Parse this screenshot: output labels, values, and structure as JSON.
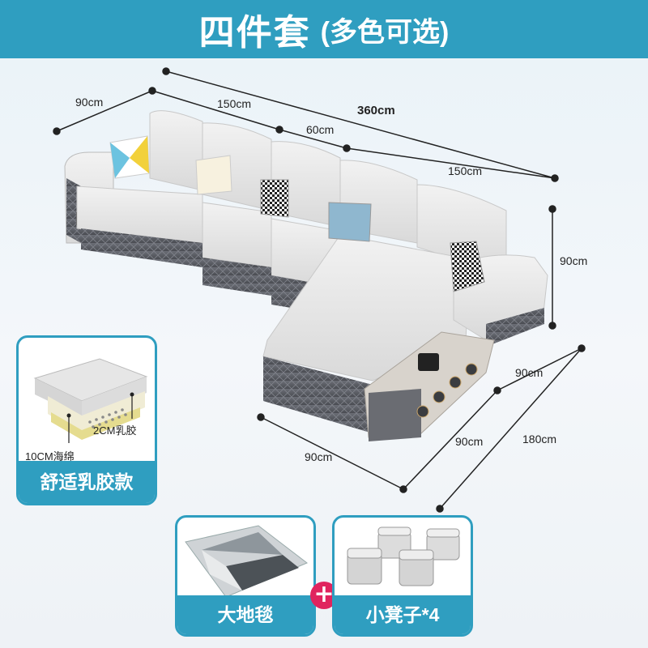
{
  "header": {
    "title": "四件套",
    "subtitle": "(多色可选)"
  },
  "dimensions": {
    "d360": "360cm",
    "d90_top_left": "90cm",
    "d150_top": "150cm",
    "d60": "60cm",
    "d150_right": "150cm",
    "d90_right": "90cm",
    "d90_chaise_depth": "90cm",
    "d90_chaise_front": "90cm",
    "d90_bottom": "90cm",
    "d180": "180cm"
  },
  "latex_card": {
    "label": "舒适乳胶款",
    "layer_top": "2CM乳胶",
    "layer_bottom": "10CM海绵"
  },
  "rug_card": {
    "label": "大地毯"
  },
  "stool_card": {
    "label": "小凳子*4"
  },
  "plus_symbol": "+",
  "colors": {
    "brand": "#2f9ec0",
    "accent": "#e0245e",
    "sofa_light": "#e6e6e6",
    "sofa_base": "#5b5e66"
  }
}
